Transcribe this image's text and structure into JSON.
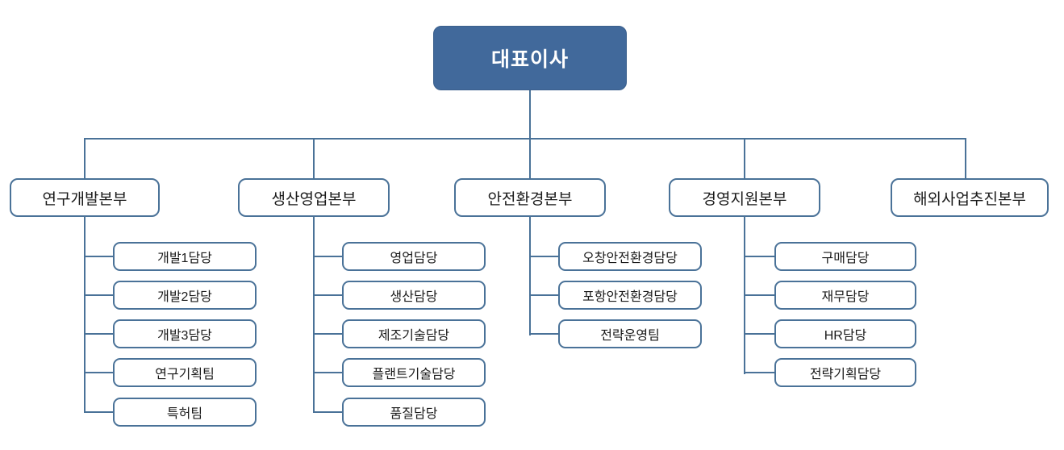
{
  "chart": {
    "type": "org-chart",
    "title": "",
    "root": {
      "label": "대표이사",
      "fill": "#41699b",
      "text_color": "#ffffff"
    },
    "line_color": "#4a7298",
    "box_border_color": "#4a7298",
    "box_fill": "#ffffff",
    "divisions": [
      {
        "label": "연구개발본부",
        "teams": [
          {
            "label": "개발1담당"
          },
          {
            "label": "개발2담당"
          },
          {
            "label": "개발3담당"
          },
          {
            "label": "연구기획팀"
          },
          {
            "label": "특허팀"
          }
        ]
      },
      {
        "label": "생산영업본부",
        "teams": [
          {
            "label": "영업담당"
          },
          {
            "label": "생산담당"
          },
          {
            "label": "제조기술담당"
          },
          {
            "label": "플랜트기술담당"
          },
          {
            "label": "품질담당"
          }
        ]
      },
      {
        "label": "안전환경본부",
        "teams": [
          {
            "label": "오창안전환경담당"
          },
          {
            "label": "포항안전환경담당"
          },
          {
            "label": "전략운영팀"
          }
        ]
      },
      {
        "label": "경영지원본부",
        "teams": [
          {
            "label": "구매담당"
          },
          {
            "label": "재무담당"
          },
          {
            "label": "HR담당"
          },
          {
            "label": "전략기획담당"
          }
        ]
      },
      {
        "label": "해외사업추진본부",
        "teams": []
      }
    ]
  }
}
